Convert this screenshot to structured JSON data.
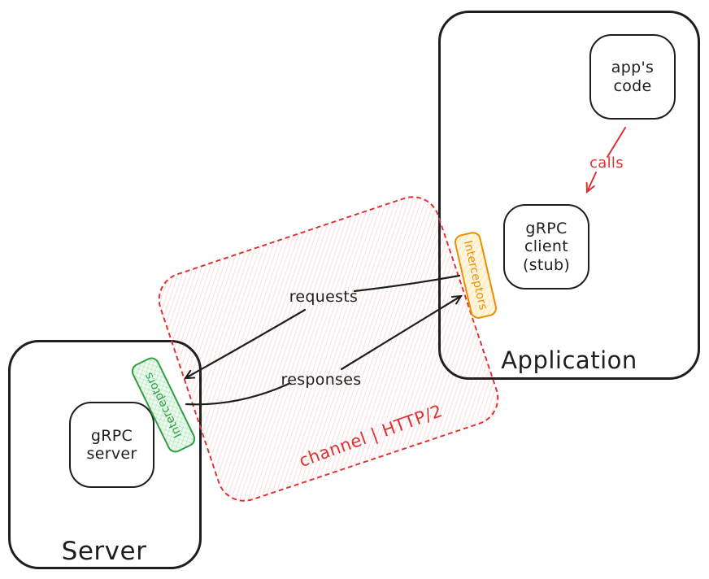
{
  "colors": {
    "ink": "#1e1e1e",
    "red": "#e03131",
    "orange": "#f08c00",
    "orange_fill": "#fff6db",
    "green": "#2f9e44",
    "green_fill": "#ebfbee",
    "canvas_background": "#ffffff"
  },
  "application": {
    "label": "Application",
    "apps_code_label": "app's\ncode",
    "client_label": "gRPC\nclient\n(stub)",
    "interceptors_label": "Interceptors"
  },
  "server": {
    "label": "Server",
    "grpc_server_label": "gRPC\nserver",
    "interceptors_label": "Interceptors"
  },
  "channel": {
    "label": "channel | HTTP/2"
  },
  "arrows": {
    "calls_label": "calls",
    "requests_label": "requests",
    "responses_label": "responses"
  }
}
